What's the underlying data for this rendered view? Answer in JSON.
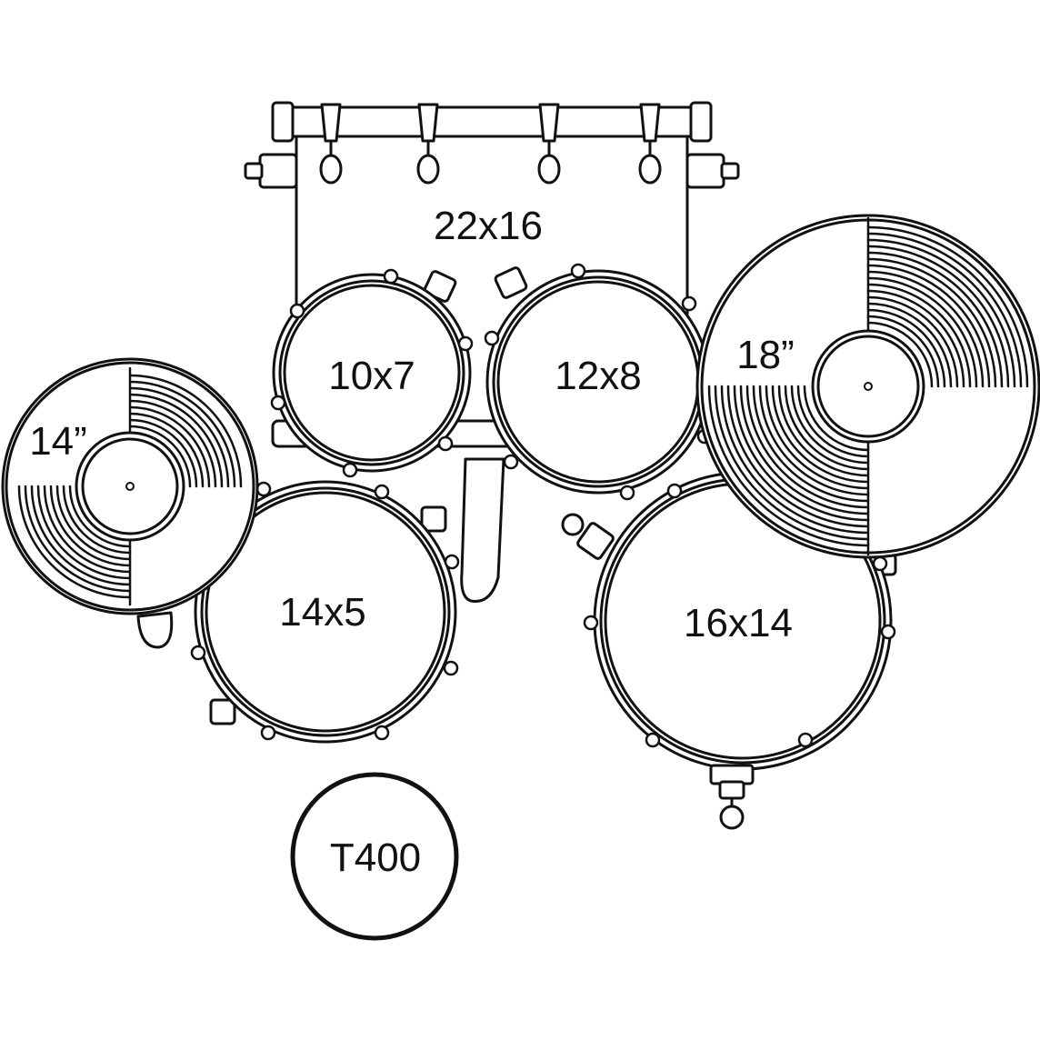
{
  "colors": {
    "stroke": "#111111",
    "background": "#ffffff"
  },
  "items": {
    "bass_drum": {
      "label": "22x16"
    },
    "tom_left": {
      "label": "10x7"
    },
    "tom_right": {
      "label": "12x8"
    },
    "snare": {
      "label": "14x5"
    },
    "floor_tom": {
      "label": "16x14"
    },
    "hihat": {
      "label": "14”"
    },
    "crash_ride": {
      "label": "18”"
    },
    "throne": {
      "label": "T400"
    }
  }
}
